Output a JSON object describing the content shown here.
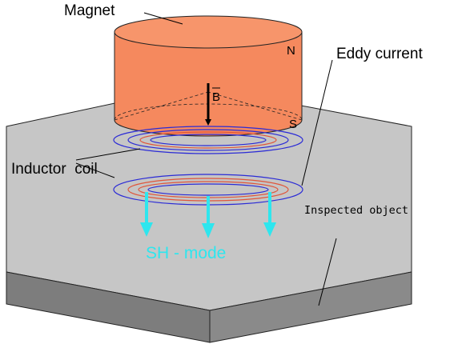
{
  "labels": {
    "magnet": "Magnet",
    "pole_north": "N",
    "pole_south": "S",
    "field_b": "B",
    "eddy_current": "Eddy current",
    "inductor_coil": "Inductor  coil",
    "inspected_object": "Inspected object",
    "sh_mode": "SH - mode"
  },
  "colors": {
    "magnet_fill": "#f5895e",
    "plate_top": "#c6c6c6",
    "plate_side": "#7d7d7d",
    "coil_blue": "#2b2bd6",
    "eddy_red": "#e0553a",
    "wave_arrow": "#2ee6ee",
    "sh_mode_text": "#2ee6ee"
  }
}
